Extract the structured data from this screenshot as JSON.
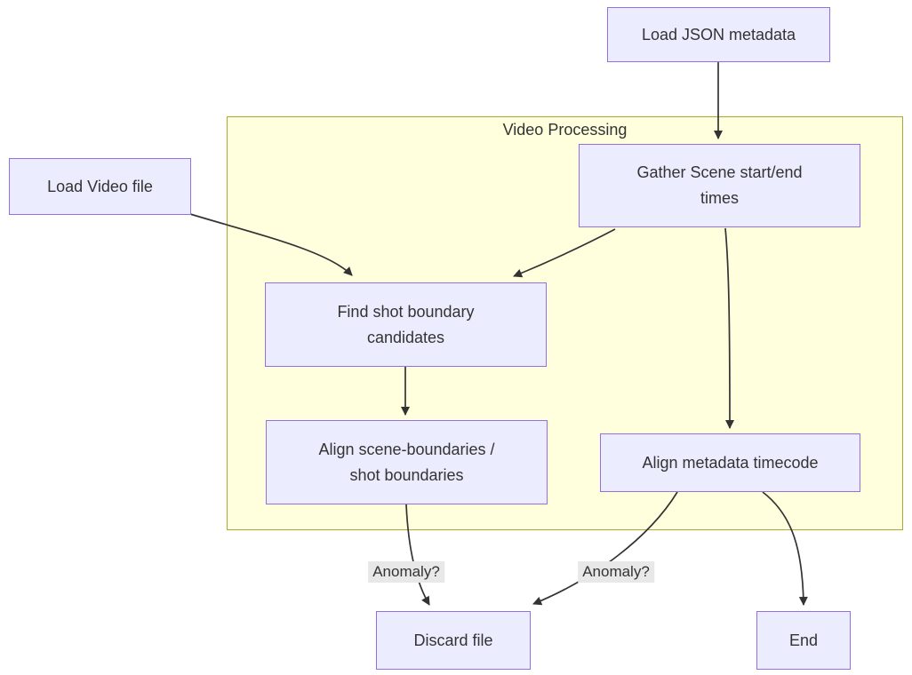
{
  "diagram": {
    "type": "flowchart",
    "cluster": {
      "title": "Video Processing"
    },
    "nodes": {
      "load_json": {
        "label": "Load JSON metadata"
      },
      "load_video": {
        "label": "Load Video file"
      },
      "gather": {
        "label": "Gather Scene start/end\ntimes"
      },
      "find_shot": {
        "label": "Find shot boundary\ncandidates"
      },
      "align_scene": {
        "label": "Align scene-boundaries /\nshot boundaries"
      },
      "align_meta": {
        "label": "Align metadata timecode"
      },
      "discard": {
        "label": "Discard file"
      },
      "end": {
        "label": "End"
      }
    },
    "edge_labels": [
      {
        "text": "Anomaly?"
      },
      {
        "text": "Anomaly?"
      }
    ],
    "edges": [
      {
        "from": "load_json",
        "to": "gather",
        "label": ""
      },
      {
        "from": "load_video",
        "to": "find_shot",
        "label": ""
      },
      {
        "from": "gather",
        "to": "find_shot",
        "label": ""
      },
      {
        "from": "find_shot",
        "to": "align_scene",
        "label": ""
      },
      {
        "from": "gather",
        "to": "align_meta",
        "label": ""
      },
      {
        "from": "align_scene",
        "to": "discard",
        "label": "Anomaly?"
      },
      {
        "from": "align_meta",
        "to": "discard",
        "label": "Anomaly?"
      },
      {
        "from": "align_meta",
        "to": "end",
        "label": ""
      }
    ],
    "colors": {
      "node_fill": "#ECECFF",
      "node_border": "#9370DB",
      "cluster_fill": "#FFFFDE",
      "cluster_border": "#AAAA33",
      "edge": "#333333",
      "edge_label_bg": "#E8E8E8",
      "text": "#333333"
    }
  }
}
